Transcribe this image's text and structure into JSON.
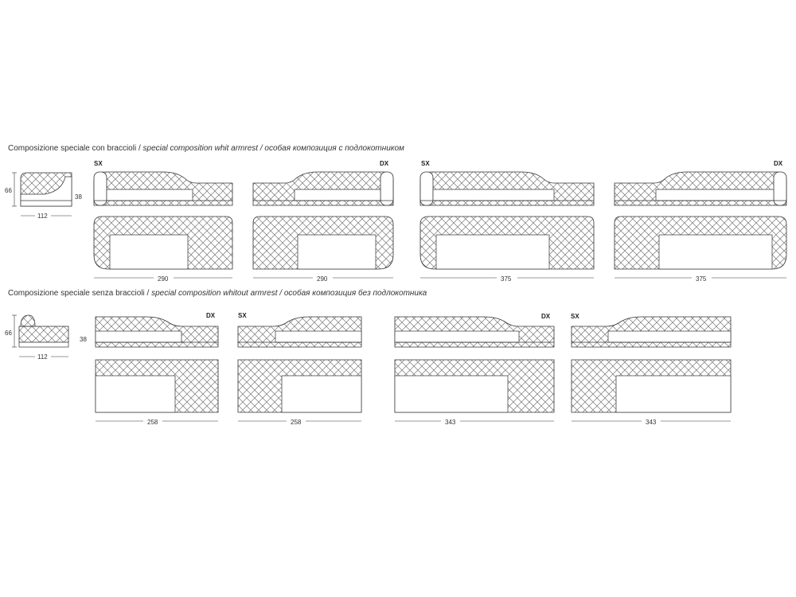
{
  "captions": {
    "with_armrest": {
      "it": "Composizione speciale con braccioli",
      "en": "special composition whit armrest",
      "ru": "особая композиция с подлокотником"
    },
    "without_armrest": {
      "it": "Composizione speciale senza braccioli",
      "en": "special composition whitout armrest",
      "ru": "особая композиция без подлокотника"
    },
    "separator": " / "
  },
  "section_with_armrest": {
    "side_view": {
      "width": "112",
      "height": "66",
      "seat_height": "38"
    },
    "compositions": [
      {
        "side": "SX",
        "width": "290"
      },
      {
        "side": "DX",
        "width": "290"
      },
      {
        "side": "SX",
        "width": "375"
      },
      {
        "side": "DX",
        "width": "375"
      }
    ]
  },
  "section_without_armrest": {
    "side_view": {
      "width": "112",
      "height": "66",
      "seat_height": "38"
    },
    "compositions": [
      {
        "side": "DX",
        "width": "258"
      },
      {
        "side": "SX",
        "width": "258"
      },
      {
        "side": "DX",
        "width": "343"
      },
      {
        "side": "SX",
        "width": "343"
      }
    ]
  },
  "colors": {
    "line": "#333333",
    "hatch": "#777777"
  }
}
